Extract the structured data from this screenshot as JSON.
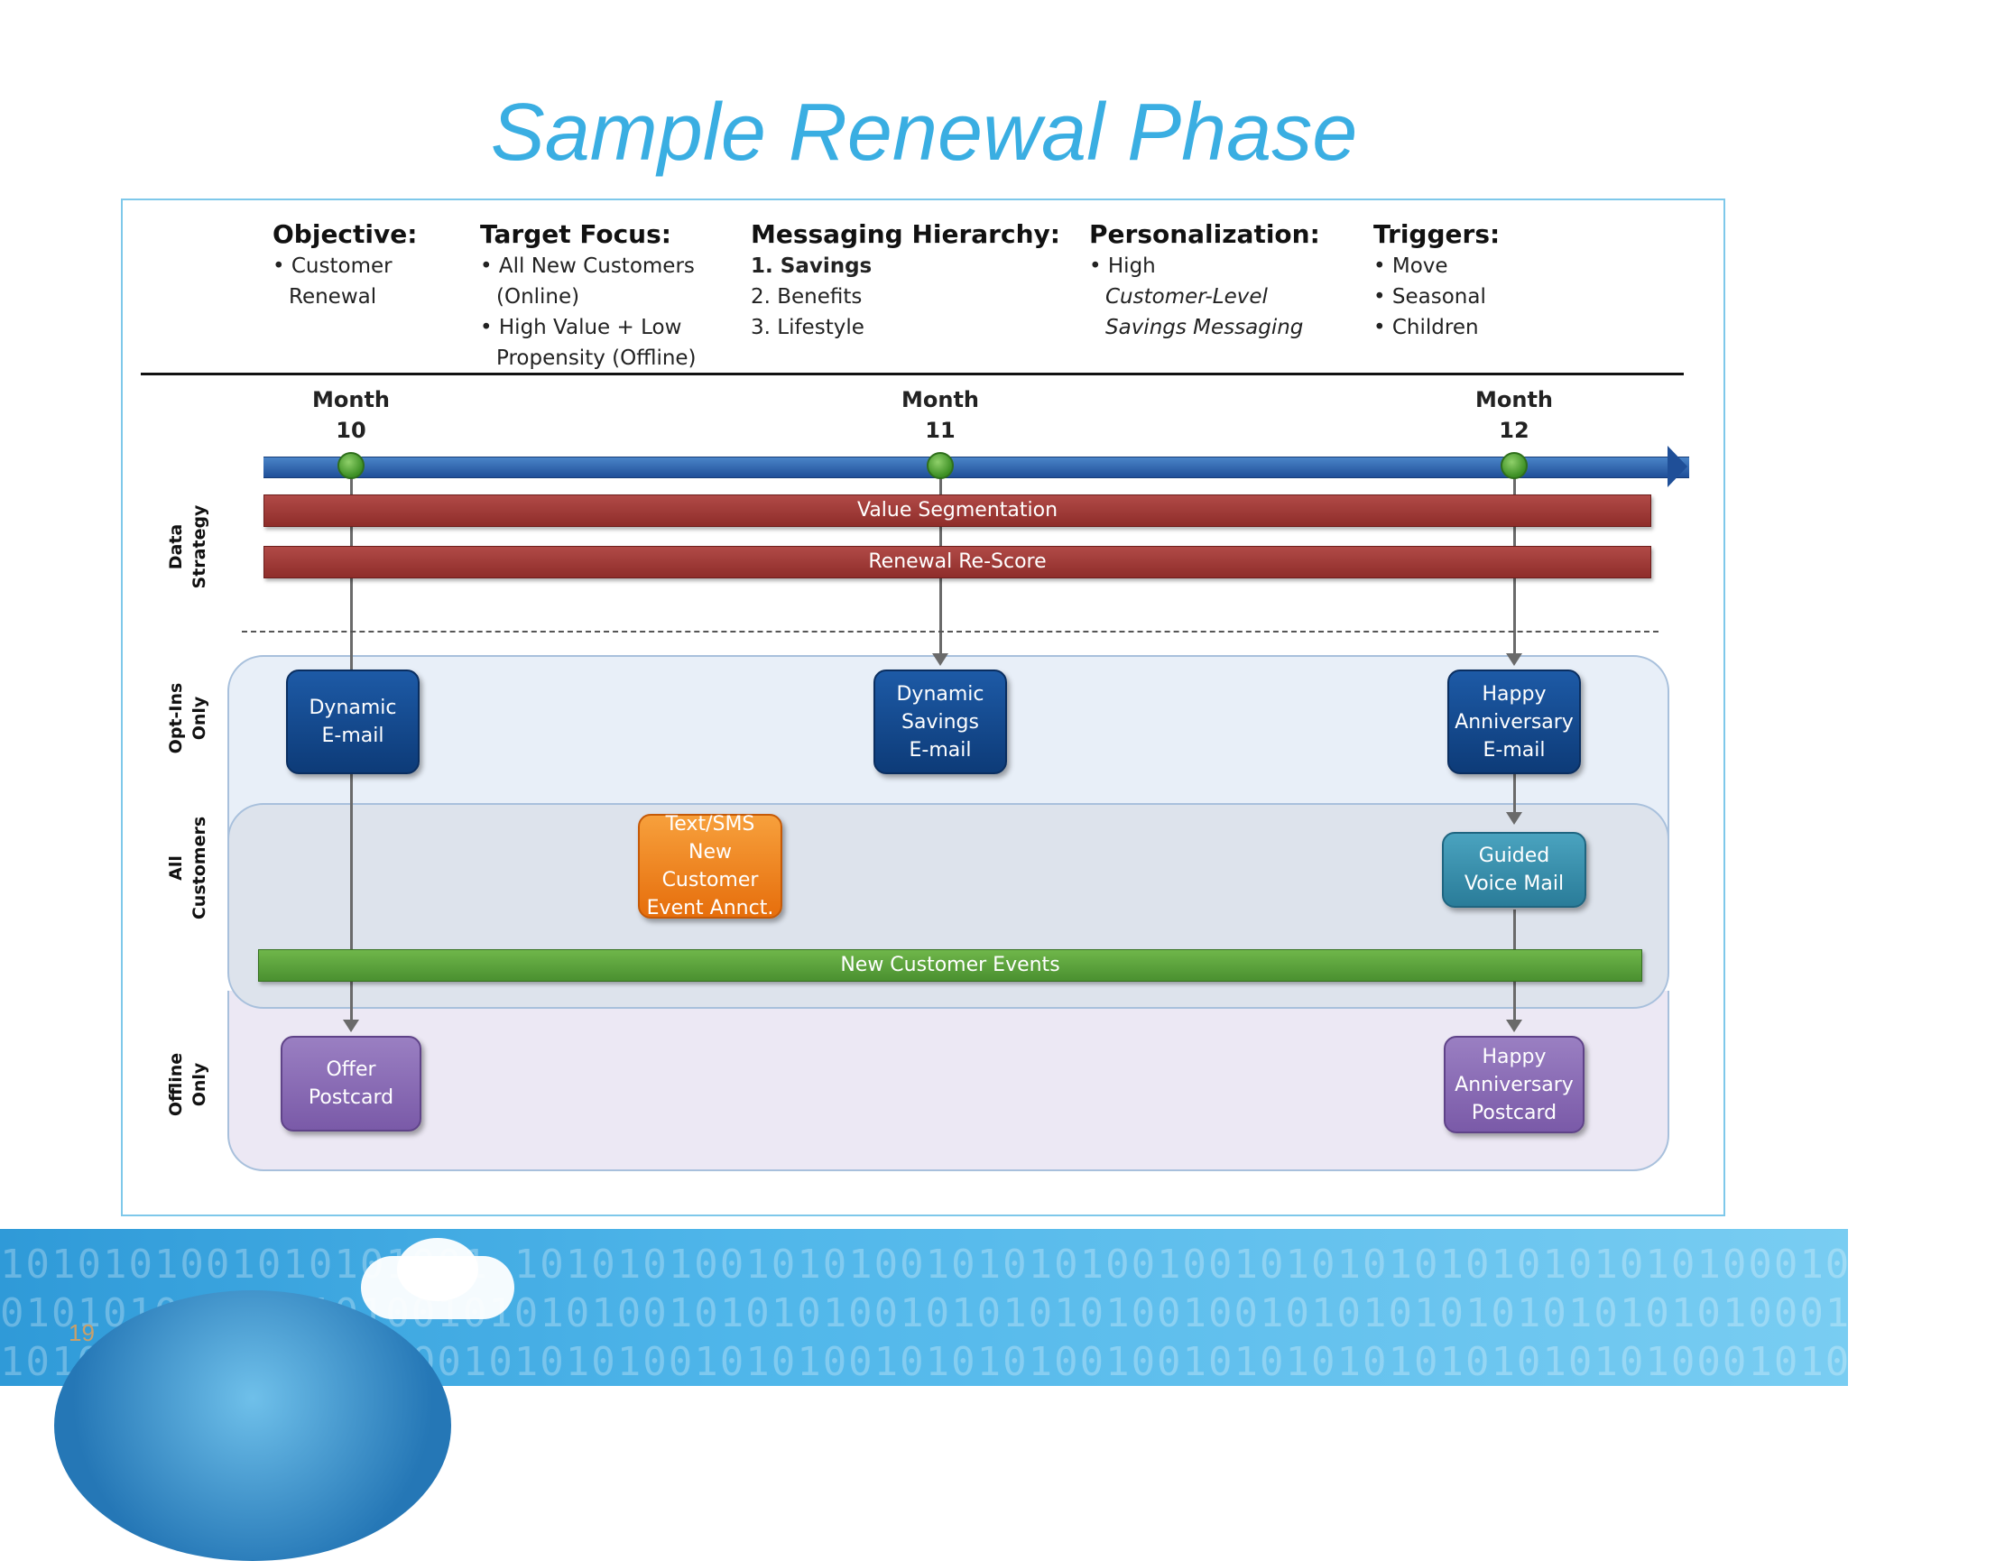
{
  "title": "Sample Renewal Phase",
  "header": {
    "objective": {
      "heading": "Objective:",
      "items": [
        "• Customer",
        "Renewal"
      ]
    },
    "target_focus": {
      "heading": "Target Focus:",
      "items": [
        "• All New Customers",
        "(Online)",
        "• High Value + Low",
        "Propensity (Offline)"
      ]
    },
    "messaging": {
      "heading": "Messaging Hierarchy:",
      "items": [
        "1.  Savings",
        "2.  Benefits",
        "3.  Lifestyle"
      ]
    },
    "personalization": {
      "heading": "Personalization:",
      "items": [
        "• High",
        "Customer-Level",
        "Savings Messaging"
      ]
    },
    "triggers": {
      "heading": "Triggers:",
      "items": [
        "• Move",
        "• Seasonal",
        "• Children"
      ]
    }
  },
  "timeline": {
    "months": [
      {
        "label": "Month",
        "number": "10"
      },
      {
        "label": "Month",
        "number": "11"
      },
      {
        "label": "Month",
        "number": "12"
      }
    ]
  },
  "row_labels": {
    "data_strategy": [
      "Data",
      "Strategy"
    ],
    "opt_ins": [
      "Opt-Ins",
      "Only"
    ],
    "all_customers": [
      "All",
      "Customers"
    ],
    "offline": [
      "Offline",
      "Only"
    ]
  },
  "bands": {
    "value_segmentation": "Value Segmentation",
    "renewal_rescore": "Renewal Re-Score",
    "new_customer_events": "New Customer Events"
  },
  "boxes": {
    "dynamic_email": [
      "Dynamic",
      "E-mail"
    ],
    "dynamic_savings_email": [
      "Dynamic",
      "Savings",
      "E-mail"
    ],
    "happy_anniversary_email": [
      "Happy",
      "Anniversary",
      "E-mail"
    ],
    "text_sms": [
      "Text/SMS",
      "New Customer",
      "Event Annct."
    ],
    "guided_voice_mail": [
      "Guided",
      "Voice Mail"
    ],
    "offer_postcard": [
      "Offer",
      "Postcard"
    ],
    "happy_anniversary_postcard": [
      "Happy",
      "Anniversary",
      "Postcard"
    ]
  },
  "footer": {
    "page_number": "19",
    "binary_lines": [
      "1010101001010101001 1010101001010100101010100100101010101010101010100010101010",
      "01010101001010100101010100101010100101010101001001010101010101010101000101010",
      "1010101001010101001010101001010100101010100100101010101010101010100010101010"
    ]
  },
  "colors": {
    "title": "#3aaee2",
    "band_red": "#9a3532",
    "band_green": "#5aa23a",
    "box_blue": "#134b8e",
    "box_orange": "#ef8522",
    "box_teal": "#358ca9",
    "box_purple": "#8a6bb5",
    "timeline_blue": "#2a5fa8"
  }
}
